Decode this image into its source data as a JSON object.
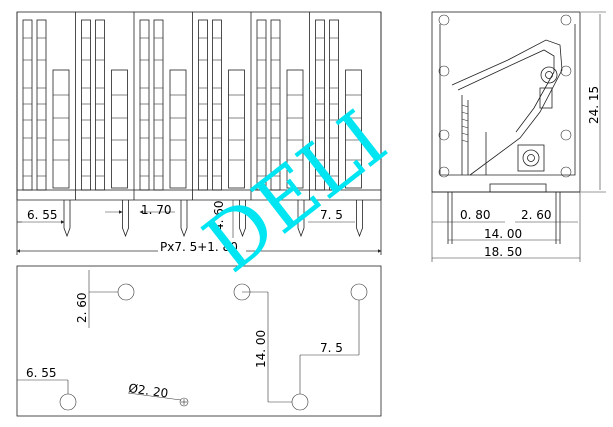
{
  "front_view": {
    "dim_left": "6. 55",
    "dim_gap": "1. 70",
    "dim_height": "4. 60",
    "dim_pitch": "7. 5",
    "dim_overall": "Px7. 5+1. 80"
  },
  "side_view": {
    "dim_height": "24. 15",
    "dim_left": "0. 80",
    "dim_right": "2. 60",
    "dim_pins": "14. 00",
    "dim_overall": "18. 50"
  },
  "pcb_layout": {
    "dim_row": "2. 60",
    "dim_left": "6. 55",
    "dim_hole": "Ø2. 20",
    "dim_span": "14. 00",
    "dim_pitch": "7. 5"
  },
  "watermark": {
    "text": "DELI",
    "color": "#00e5f2"
  }
}
